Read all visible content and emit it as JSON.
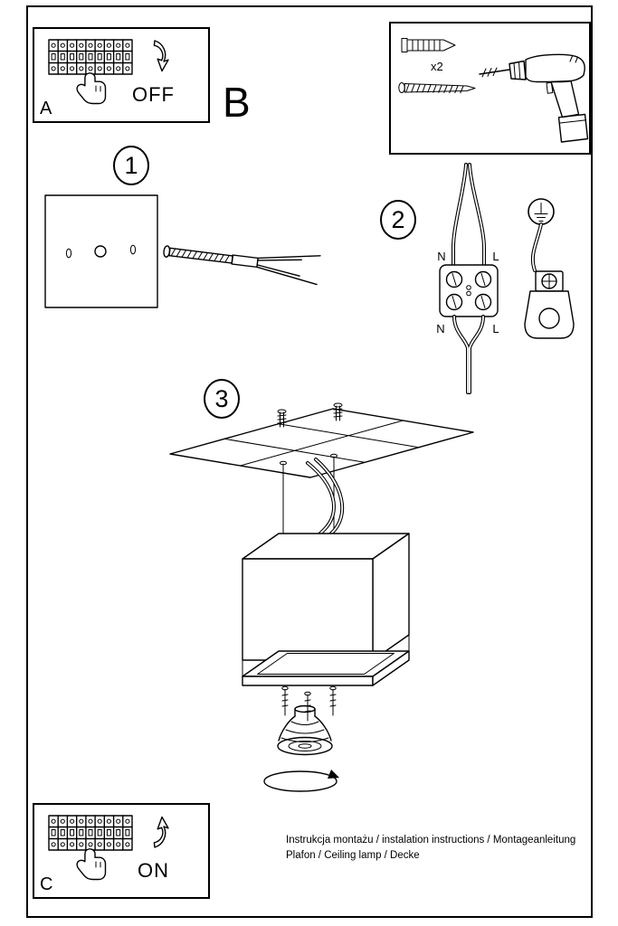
{
  "colors": {
    "ink": "#000000",
    "paper": "#ffffff"
  },
  "sections": {
    "a": {
      "label": "A",
      "state": "OFF"
    },
    "b": {
      "label": "B",
      "anchor_count": "x2"
    },
    "c": {
      "label": "C",
      "state": "ON"
    }
  },
  "steps": {
    "one": "1",
    "two": "2",
    "three": "3"
  },
  "wiring": {
    "top_left": "N",
    "top_right": "L",
    "bottom_left": "N",
    "bottom_right": "L"
  },
  "footer": {
    "line1": "Instrukcja montażu / instalation instructions / Montageanleitung",
    "line2": "Plafon / Ceiling lamp / Decke"
  }
}
